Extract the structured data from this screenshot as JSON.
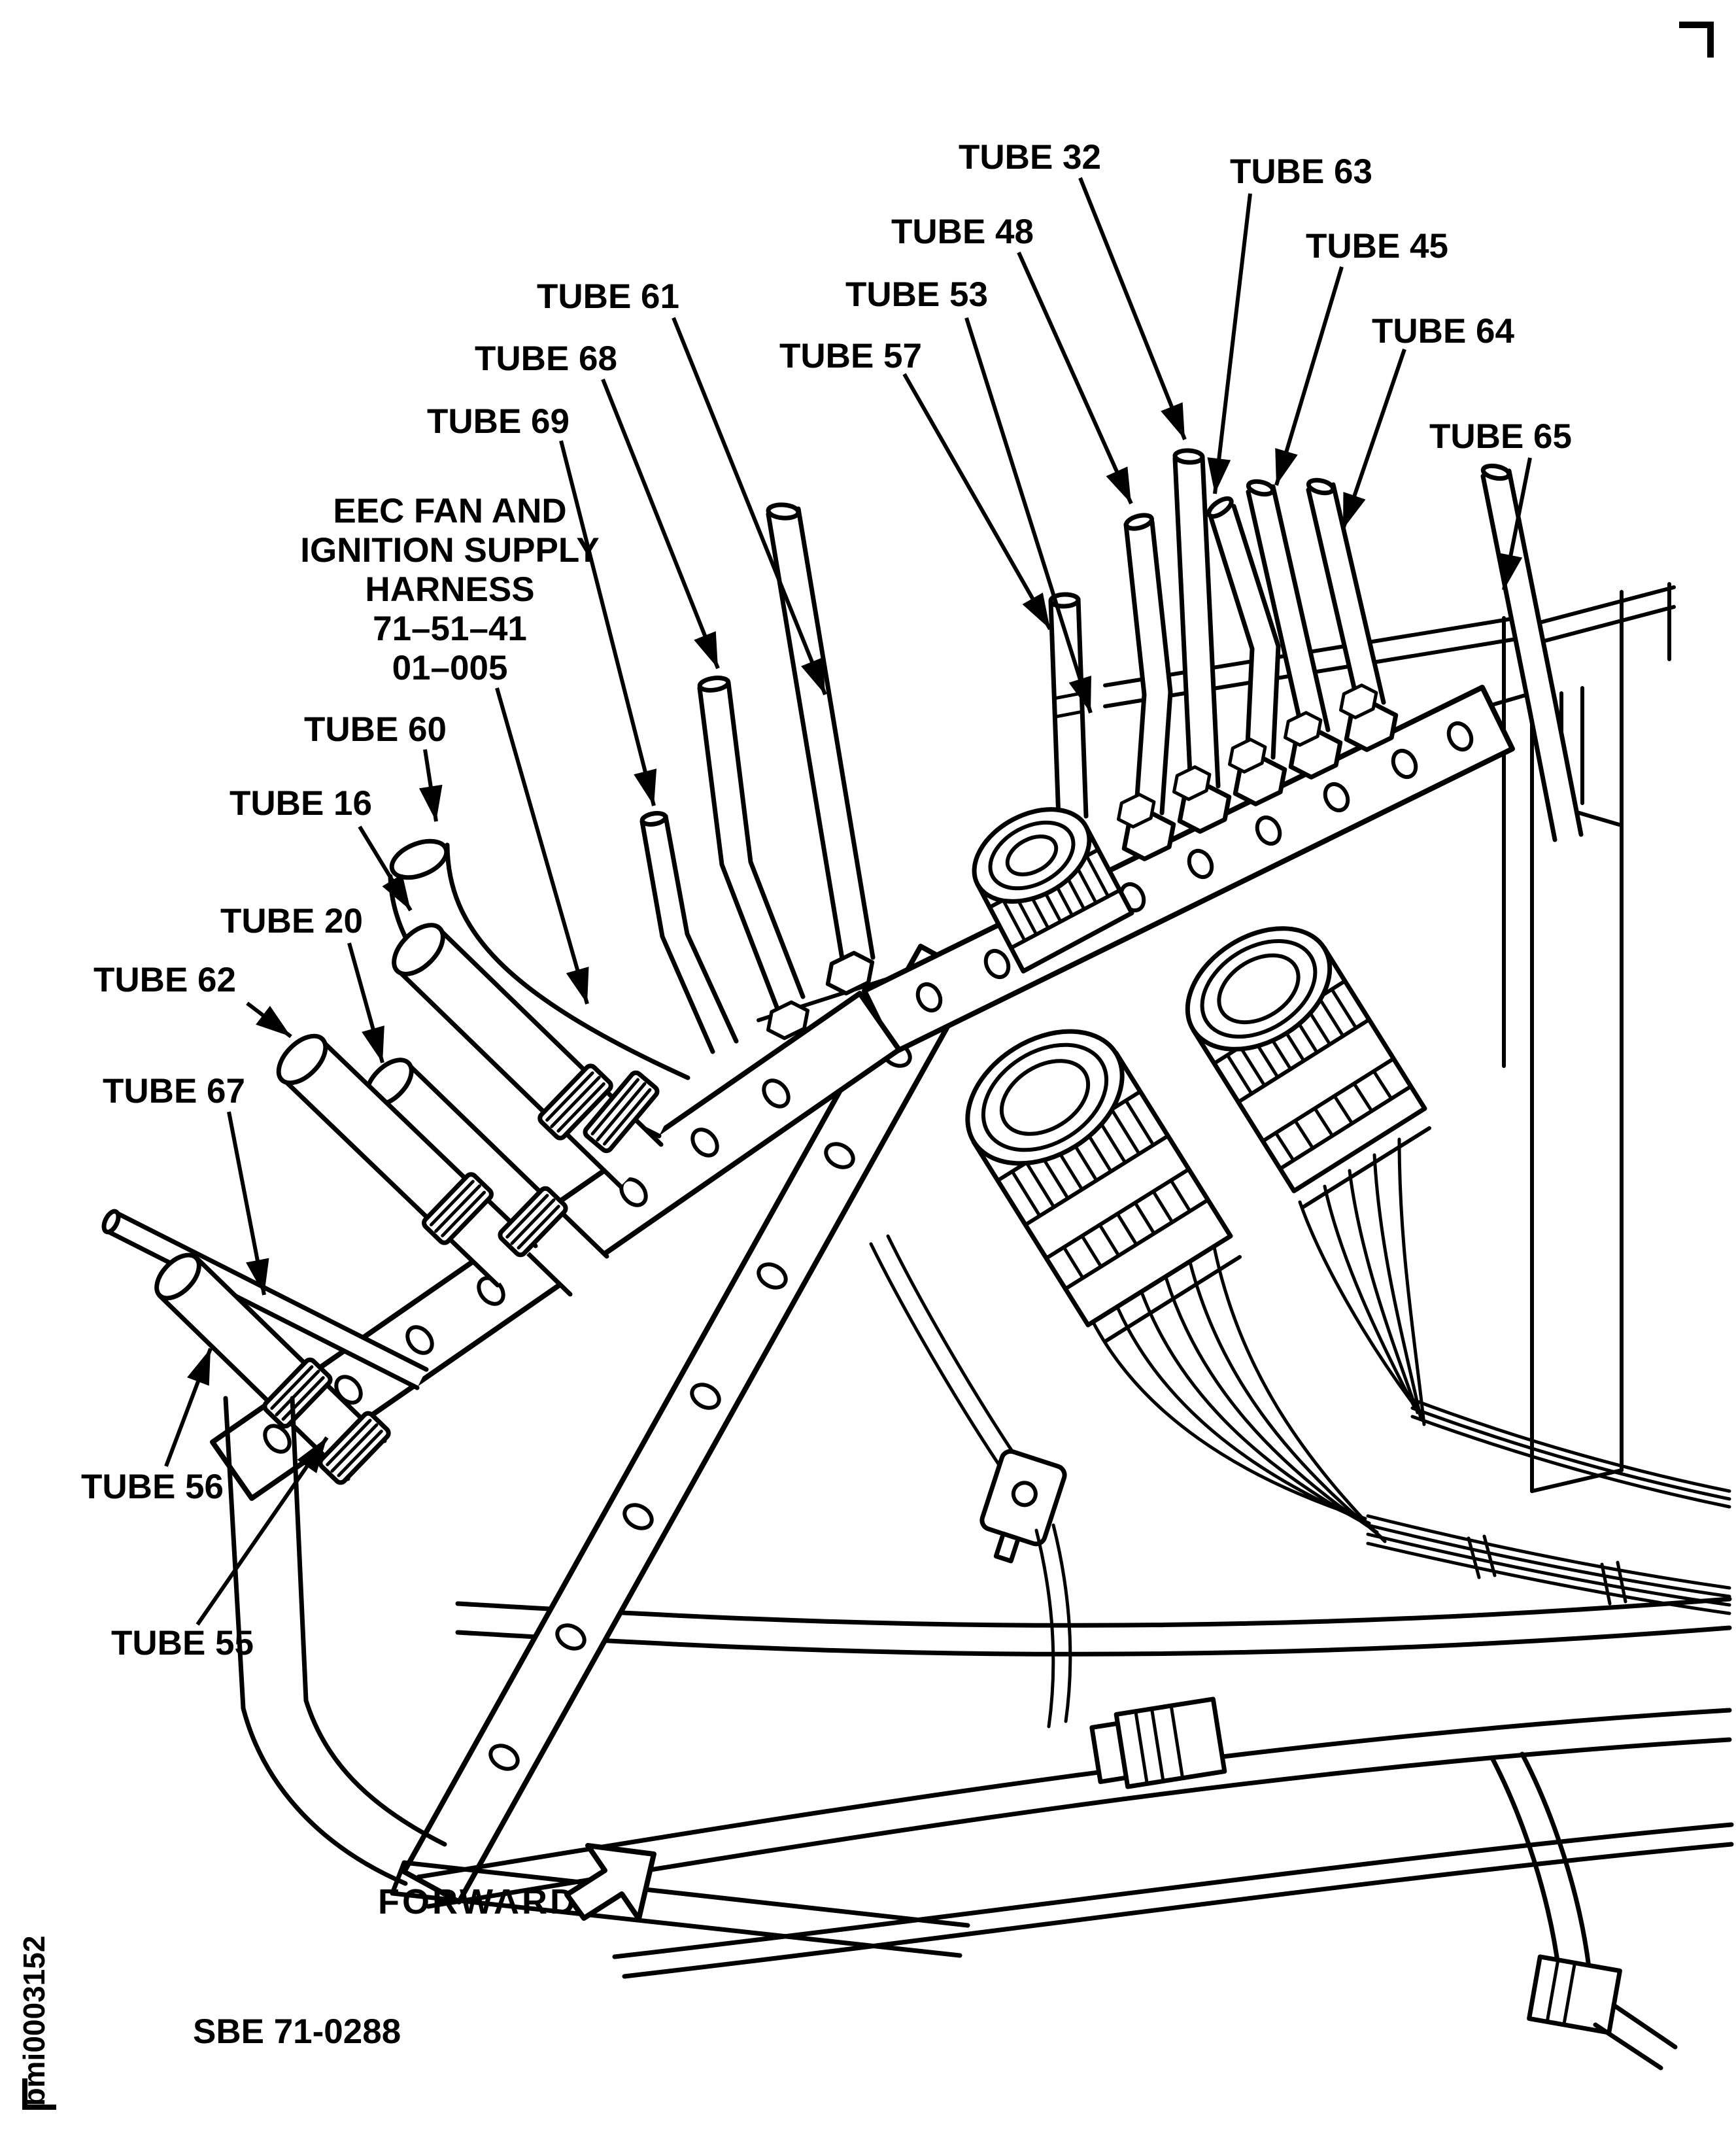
{
  "figure": {
    "id_code": "SBE 71-0288",
    "edge_code": "bmi0003152",
    "forward_label": "FORWARD"
  },
  "callout_block": {
    "lines": [
      "EEC FAN AND",
      "IGNITION SUPPLY",
      "HARNESS",
      "71–51–41",
      "01–005"
    ]
  },
  "labels": [
    {
      "text": "TUBE 32"
    },
    {
      "text": "TUBE 63"
    },
    {
      "text": "TUBE 48"
    },
    {
      "text": "TUBE 45"
    },
    {
      "text": "TUBE 61"
    },
    {
      "text": "TUBE 53"
    },
    {
      "text": "TUBE 64"
    },
    {
      "text": "TUBE 68"
    },
    {
      "text": "TUBE 57"
    },
    {
      "text": "TUBE 65"
    },
    {
      "text": "TUBE 69"
    },
    {
      "text": "TUBE 60"
    },
    {
      "text": "TUBE 16"
    },
    {
      "text": "TUBE 20"
    },
    {
      "text": "TUBE 62"
    },
    {
      "text": "TUBE 67"
    },
    {
      "text": "TUBE 56"
    },
    {
      "text": "TUBE 55"
    }
  ],
  "icons": {
    "leader_arrowhead": "solid-triangle-arrowhead",
    "forward_arrow": "hollow-arrow-up-right",
    "corner_marks": "page-crop-corner-brackets"
  },
  "colors": {
    "ink": "#000000",
    "paper": "#ffffff"
  }
}
